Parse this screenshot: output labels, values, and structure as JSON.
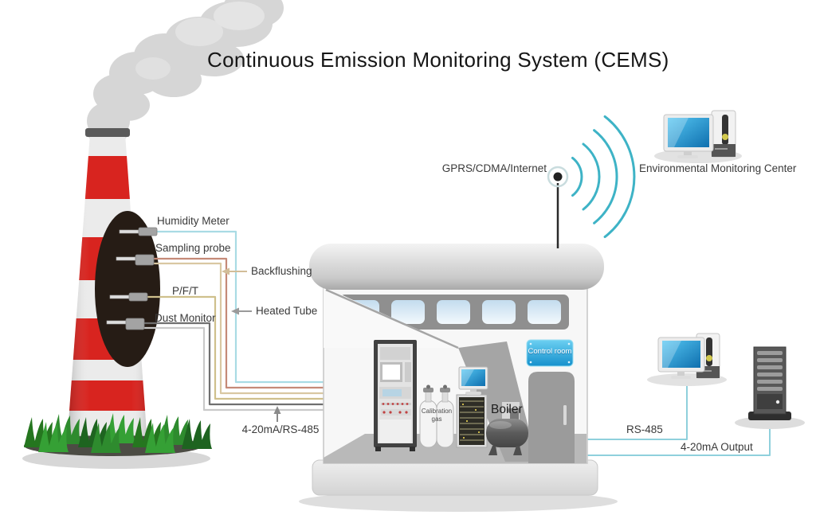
{
  "title": "Continuous Emission Monitoring System (CEMS)",
  "stack": {
    "humidity_meter": "Humidity Meter",
    "sampling_probe": "Sampling probe",
    "backflushing": "Backflushing",
    "pft": "P/F/T",
    "heated_tube": "Heated Tube",
    "dust_monitor": "Dust Monitor",
    "signal_bundle": "4-20mA/RS-485"
  },
  "building": {
    "control_room_sign": "Control room",
    "boiler": "Boiler",
    "calibration_gas": {
      "line1": "Calibration",
      "line2": "gas"
    }
  },
  "network": {
    "uplink": "GPRS/CDMA/Internet",
    "center": "Environmental  Monitoring Center",
    "rs485": "RS-485",
    "analog_output": "4-20mA Output"
  },
  "colors": {
    "line_humidity": "#a9dbe4",
    "line_sampling": "#c58a78",
    "line_backflush": "#d9c8a2",
    "line_pft": "#cfc08c",
    "line_dust": "#6f6f6f",
    "line_heated": "#c9c9c9",
    "line_network": "#8fd0dc",
    "wireless": "#3eb3c6",
    "stack_red": "#d8241f",
    "grass": "#2e8b2e",
    "sign_blue": "#1e9ad2",
    "screen_blue": "#2f9fd8"
  }
}
